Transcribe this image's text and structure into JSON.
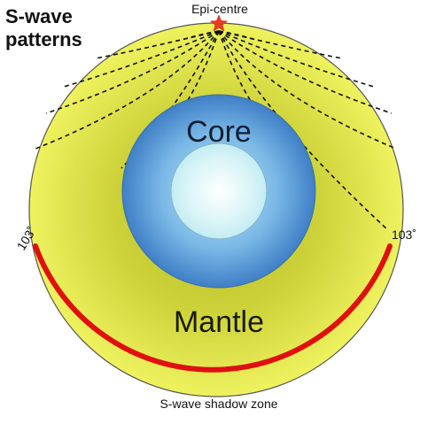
{
  "title": "S-wave\npatterns",
  "labels": {
    "epicentre": "Epi-centre",
    "core": "Core",
    "mantle": "Mantle",
    "angle_left": "103˚",
    "angle_right": "103˚",
    "shadow_zone": "S-wave shadow zone"
  },
  "colors": {
    "mantle_outer": "#e8ee55",
    "mantle_inner": "#b9bf2c",
    "core_outer": "#4f8fcf",
    "core_mid": "#8cc6ec",
    "inner_core": "#e3f8f8",
    "shadow_arc": "#e01010",
    "epicentre_star": "#e53b1f"
  }
}
